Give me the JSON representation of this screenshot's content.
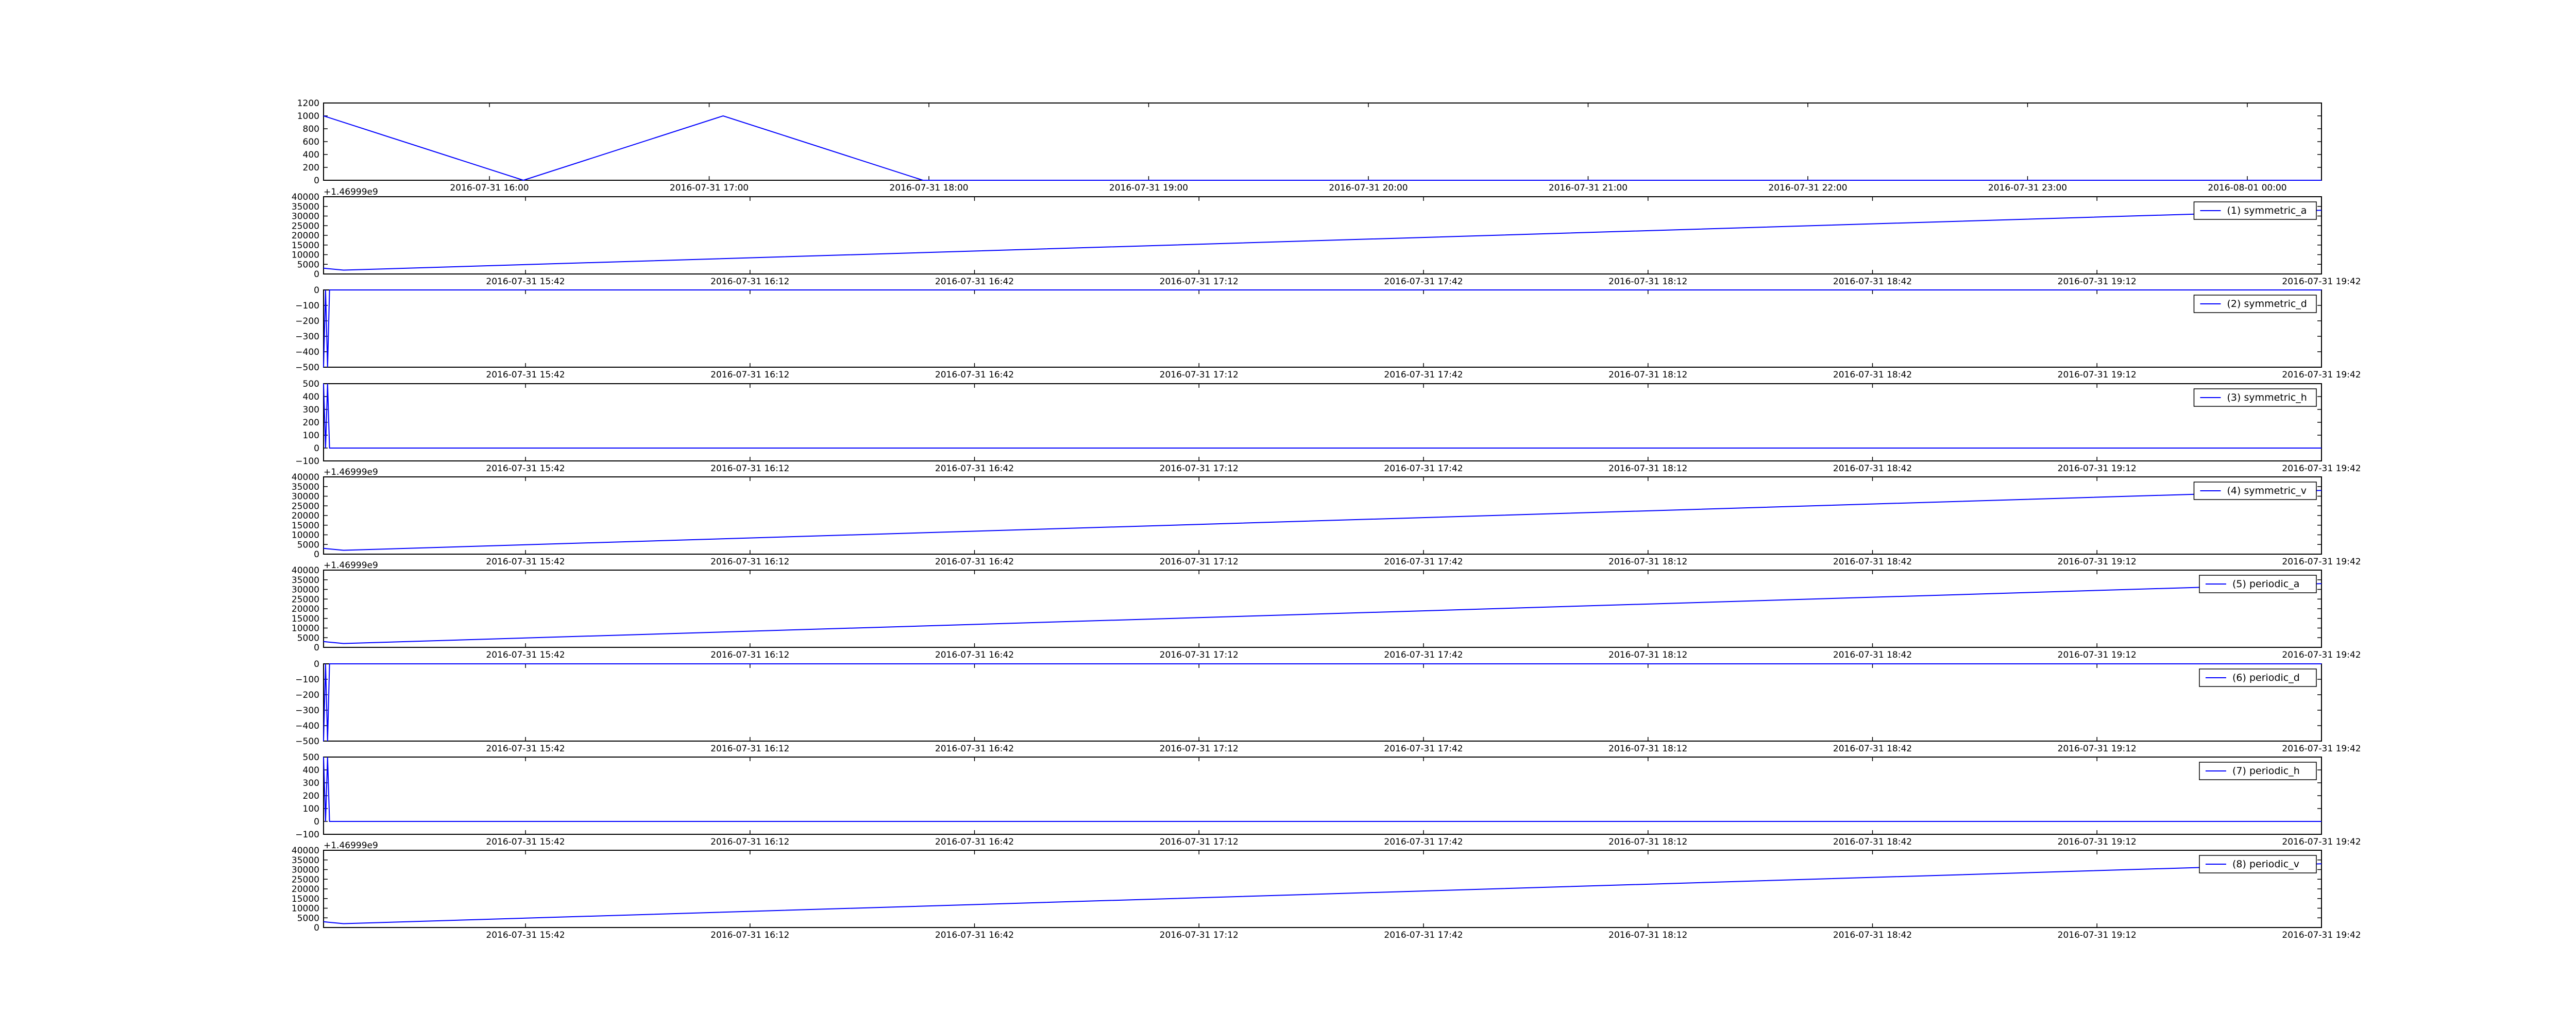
{
  "chart_data": [
    {
      "type": "line",
      "x_tick_labels": [
        "2016-07-31 16:00",
        "2016-07-31 17:00",
        "2016-07-31 18:00",
        "2016-07-31 19:00",
        "2016-07-31 20:00",
        "2016-07-31 21:00",
        "2016-07-31 22:00",
        "2016-07-31 23:00",
        "2016-08-01 00:00"
      ],
      "y_ticks": [
        0,
        200,
        400,
        600,
        800,
        1000,
        1200
      ],
      "ylim": [
        0,
        1200
      ],
      "offset_text": "",
      "legend": "",
      "series": [
        {
          "x": [
            0,
            0.1,
            0.2,
            0.3,
            1
          ],
          "values": [
            1000,
            0,
            1000,
            0,
            0
          ],
          "color": "#0000ff"
        }
      ]
    },
    {
      "type": "line",
      "x_tick_labels": [
        "2016-07-31 15:42",
        "2016-07-31 16:12",
        "2016-07-31 16:42",
        "2016-07-31 17:12",
        "2016-07-31 17:42",
        "2016-07-31 18:12",
        "2016-07-31 18:42",
        "2016-07-31 19:12",
        "2016-07-31 19:42"
      ],
      "y_ticks": [
        0,
        5000,
        10000,
        15000,
        20000,
        25000,
        30000,
        35000,
        40000
      ],
      "ylim": [
        0,
        40000
      ],
      "offset_text": "+1.46999e9",
      "legend": "(1) symmetric_a",
      "series": [
        {
          "x": [
            0,
            1,
            100
          ],
          "values": [
            3000,
            2000,
            33000
          ],
          "color": "#0000ff"
        }
      ]
    },
    {
      "type": "line",
      "x_tick_labels": [
        "2016-07-31 15:42",
        "2016-07-31 16:12",
        "2016-07-31 16:42",
        "2016-07-31 17:12",
        "2016-07-31 17:42",
        "2016-07-31 18:12",
        "2016-07-31 18:42",
        "2016-07-31 19:12",
        "2016-07-31 19:42"
      ],
      "y_ticks": [
        0,
        -100,
        -200,
        -300,
        -400,
        -500
      ],
      "ylim": [
        -500,
        0
      ],
      "offset_text": "",
      "legend": "(2) symmetric_d",
      "series": [
        {
          "x": [
            0,
            0.1,
            0.2,
            0.3,
            100
          ],
          "values": [
            -500,
            0,
            -500,
            0,
            0
          ],
          "color": "#0000ff"
        }
      ]
    },
    {
      "type": "line",
      "x_tick_labels": [
        "2016-07-31 15:42",
        "2016-07-31 16:12",
        "2016-07-31 16:42",
        "2016-07-31 17:12",
        "2016-07-31 17:42",
        "2016-07-31 18:12",
        "2016-07-31 18:42",
        "2016-07-31 19:12",
        "2016-07-31 19:42"
      ],
      "y_ticks": [
        -100,
        0,
        100,
        200,
        300,
        400,
        500
      ],
      "ylim": [
        -100,
        500
      ],
      "offset_text": "",
      "legend": "(3) symmetric_h",
      "series": [
        {
          "x": [
            0,
            0.1,
            0.2,
            0.3,
            100
          ],
          "values": [
            500,
            0,
            500,
            0,
            0
          ],
          "color": "#0000ff"
        }
      ]
    },
    {
      "type": "line",
      "x_tick_labels": [
        "2016-07-31 15:42",
        "2016-07-31 16:12",
        "2016-07-31 16:42",
        "2016-07-31 17:12",
        "2016-07-31 17:42",
        "2016-07-31 18:12",
        "2016-07-31 18:42",
        "2016-07-31 19:12",
        "2016-07-31 19:42"
      ],
      "y_ticks": [
        0,
        5000,
        10000,
        15000,
        20000,
        25000,
        30000,
        35000,
        40000
      ],
      "ylim": [
        0,
        40000
      ],
      "offset_text": "+1.46999e9",
      "legend": "(4) symmetric_v",
      "series": [
        {
          "x": [
            0,
            1,
            100
          ],
          "values": [
            3000,
            2000,
            33000
          ],
          "color": "#0000ff"
        }
      ]
    },
    {
      "type": "line",
      "x_tick_labels": [
        "2016-07-31 15:42",
        "2016-07-31 16:12",
        "2016-07-31 16:42",
        "2016-07-31 17:12",
        "2016-07-31 17:42",
        "2016-07-31 18:12",
        "2016-07-31 18:42",
        "2016-07-31 19:12",
        "2016-07-31 19:42"
      ],
      "y_ticks": [
        0,
        5000,
        10000,
        15000,
        20000,
        25000,
        30000,
        35000,
        40000
      ],
      "ylim": [
        0,
        40000
      ],
      "offset_text": "+1.46999e9",
      "legend": "(5) periodic_a",
      "series": [
        {
          "x": [
            0,
            1,
            100
          ],
          "values": [
            3000,
            2000,
            33000
          ],
          "color": "#0000ff"
        }
      ]
    },
    {
      "type": "line",
      "x_tick_labels": [
        "2016-07-31 15:42",
        "2016-07-31 16:12",
        "2016-07-31 16:42",
        "2016-07-31 17:12",
        "2016-07-31 17:42",
        "2016-07-31 18:12",
        "2016-07-31 18:42",
        "2016-07-31 19:12",
        "2016-07-31 19:42"
      ],
      "y_ticks": [
        0,
        -100,
        -200,
        -300,
        -400,
        -500
      ],
      "ylim": [
        -500,
        0
      ],
      "offset_text": "",
      "legend": "(6) periodic_d",
      "series": [
        {
          "x": [
            0,
            0.1,
            0.2,
            0.3,
            100
          ],
          "values": [
            -500,
            0,
            -500,
            0,
            0
          ],
          "color": "#0000ff"
        }
      ]
    },
    {
      "type": "line",
      "x_tick_labels": [
        "2016-07-31 15:42",
        "2016-07-31 16:12",
        "2016-07-31 16:42",
        "2016-07-31 17:12",
        "2016-07-31 17:42",
        "2016-07-31 18:12",
        "2016-07-31 18:42",
        "2016-07-31 19:12",
        "2016-07-31 19:42"
      ],
      "y_ticks": [
        -100,
        0,
        100,
        200,
        300,
        400,
        500
      ],
      "ylim": [
        -100,
        500
      ],
      "offset_text": "",
      "legend": "(7) periodic_h",
      "series": [
        {
          "x": [
            0,
            0.1,
            0.2,
            0.3,
            100
          ],
          "values": [
            500,
            0,
            500,
            0,
            0
          ],
          "color": "#0000ff"
        }
      ]
    },
    {
      "type": "line",
      "x_tick_labels": [
        "2016-07-31 15:42",
        "2016-07-31 16:12",
        "2016-07-31 16:42",
        "2016-07-31 17:12",
        "2016-07-31 17:42",
        "2016-07-31 18:12",
        "2016-07-31 18:42",
        "2016-07-31 19:12",
        "2016-07-31 19:42"
      ],
      "y_ticks": [
        0,
        5000,
        10000,
        15000,
        20000,
        25000,
        30000,
        35000,
        40000
      ],
      "ylim": [
        0,
        40000
      ],
      "offset_text": "+1.46999e9",
      "legend": "(8) periodic_v",
      "series": [
        {
          "x": [
            0,
            1,
            100
          ],
          "values": [
            3000,
            2000,
            33000
          ],
          "color": "#0000ff"
        }
      ]
    }
  ]
}
